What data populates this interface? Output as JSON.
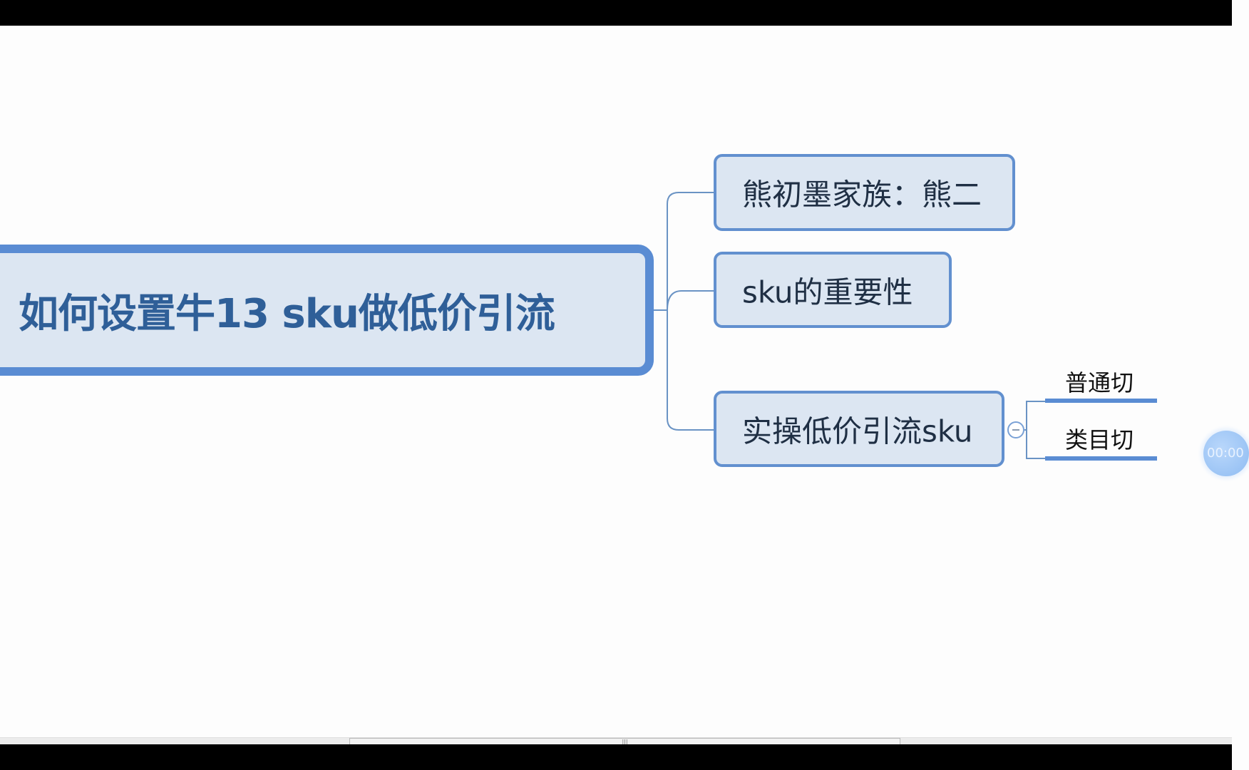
{
  "mindmap": {
    "central_topic": "如何设置牛13 sku做低价引流",
    "subtopics": [
      {
        "label": "熊初墨家族：熊二"
      },
      {
        "label": "sku的重要性"
      },
      {
        "label": "实操低价引流sku",
        "collapsed": false,
        "children": [
          {
            "label": "普通切"
          },
          {
            "label": "类目切"
          }
        ]
      }
    ],
    "colors": {
      "topic_fill": "#dce6f2",
      "topic_border": "#5a8cd3",
      "central_text": "#2f5f98",
      "connector": "#6a93c4"
    }
  },
  "overlay": {
    "timer_text": "00:00"
  },
  "scrollbar": {
    "grip_glyph": "|||"
  }
}
